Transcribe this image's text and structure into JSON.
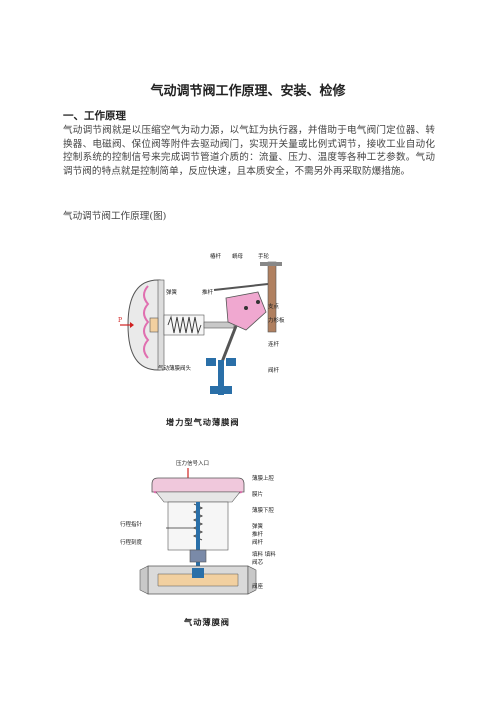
{
  "document": {
    "title": "气动调节阀工作原理、安装、检修",
    "section_1_heading": "一、工作原理",
    "paragraph_1": "气动调节阀就是以压缩空气为动力源，以气缸为执行器，并借助于电气阀门定位器、转换器、电磁阀、保位阀等附件去驱动阀门，实现开关量或比例式调节，接收工业自动化控制系统的控制信号来完成调节管道介质的：流量、压力、温度等各种工艺参数。气动调节阀的特点就是控制简单，反应快速，且本质安全，不需另外再采取防爆措施。",
    "figure_intro": "气动调节阀工作原理(图)"
  },
  "figure_1": {
    "caption": "增力型气动薄膜阀",
    "labels": {
      "lever": "椿杆",
      "nut": "蝸母",
      "handwheel": "手轮",
      "spring": "弹簧",
      "push_rod": "推杆",
      "fulcrum": "支点",
      "plate": "力杉板",
      "link": "连杆",
      "head": "气动薄膜阀头",
      "stem": "阀杆",
      "input": "P"
    }
  },
  "figure_2": {
    "caption": "气动薄膜阀",
    "labels": {
      "signal_inlet": "压力信号入口",
      "upper_chamber": "薄膜上腔",
      "membrane": "膜片",
      "lower_chamber": "薄膜下腔",
      "stroke_pointer": "行程指针",
      "stroke_scale": "行程刻度",
      "spring": "弹簧",
      "push_rod": "推杆",
      "stem": "阀杆",
      "packing": "填料 填料",
      "spool": "阀芯",
      "seat": "阀座"
    }
  },
  "colors": {
    "pink": "#e070b0",
    "blue": "#2a6fa8",
    "steel": "#c8c8c8"
  }
}
